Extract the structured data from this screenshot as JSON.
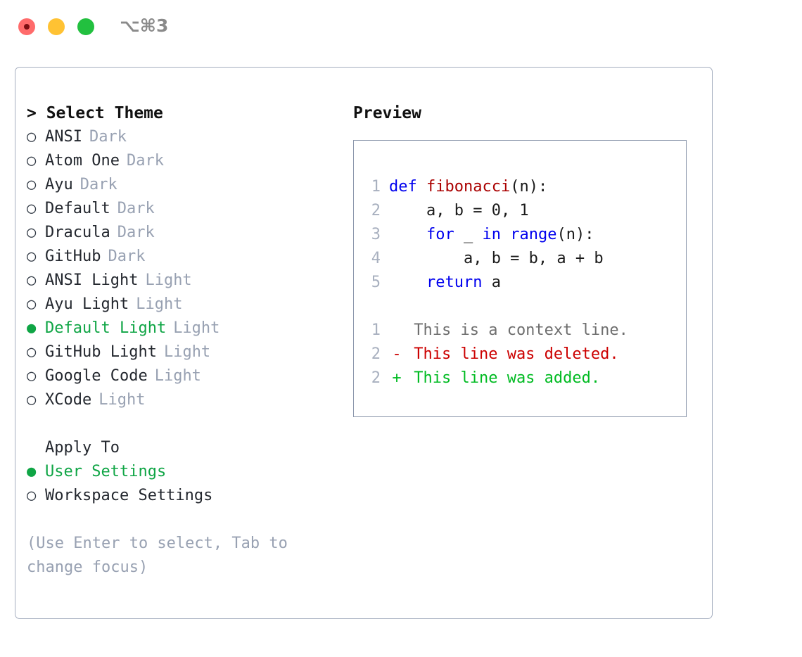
{
  "titlebar": {
    "shortcut": "⌥⌘3",
    "buttons": [
      {
        "name": "close",
        "color": "#ff6b6b"
      },
      {
        "name": "minimize",
        "color": "#ffc233"
      },
      {
        "name": "maximize",
        "color": "#22c03f"
      }
    ]
  },
  "theme_picker": {
    "header": "> Select Theme",
    "marker_selected": "●",
    "marker_unselected": "○",
    "accent_color": "#0fa545",
    "variant_color": "#98a1b2",
    "items": [
      {
        "name": "ANSI",
        "variant": "Dark",
        "selected": false
      },
      {
        "name": "Atom One",
        "variant": "Dark",
        "selected": false
      },
      {
        "name": "Ayu",
        "variant": "Dark",
        "selected": false
      },
      {
        "name": "Default",
        "variant": "Dark",
        "selected": false
      },
      {
        "name": "Dracula",
        "variant": "Dark",
        "selected": false
      },
      {
        "name": "GitHub",
        "variant": "Dark",
        "selected": false
      },
      {
        "name": "ANSI Light",
        "variant": "Light",
        "selected": false
      },
      {
        "name": "Ayu Light",
        "variant": "Light",
        "selected": false
      },
      {
        "name": "Default Light",
        "variant": "Light",
        "selected": true
      },
      {
        "name": "GitHub Light",
        "variant": "Light",
        "selected": false
      },
      {
        "name": "Google Code",
        "variant": "Light",
        "selected": false
      },
      {
        "name": "XCode",
        "variant": "Light",
        "selected": false
      }
    ]
  },
  "apply_to": {
    "header": "Apply To",
    "items": [
      {
        "name": "User Settings",
        "selected": true
      },
      {
        "name": "Workspace Settings",
        "selected": false
      }
    ]
  },
  "hint": "(Use Enter to select, Tab to change focus)",
  "preview": {
    "title": "Preview",
    "code_lines": [
      {
        "no": "1",
        "tokens": [
          {
            "t": "def ",
            "c": "kw"
          },
          {
            "t": "fibonacci",
            "c": "fn"
          },
          {
            "t": "(n):",
            "c": "plain"
          }
        ]
      },
      {
        "no": "2",
        "tokens": [
          {
            "t": "    a, b = 0, 1",
            "c": "plain"
          }
        ]
      },
      {
        "no": "3",
        "tokens": [
          {
            "t": "    ",
            "c": "plain"
          },
          {
            "t": "for ",
            "c": "kw"
          },
          {
            "t": "_ ",
            "c": "plain"
          },
          {
            "t": "in ",
            "c": "kw"
          },
          {
            "t": "range",
            "c": "kw"
          },
          {
            "t": "(n):",
            "c": "plain"
          }
        ]
      },
      {
        "no": "4",
        "tokens": [
          {
            "t": "        a, b = b, a + b",
            "c": "plain"
          }
        ]
      },
      {
        "no": "5",
        "tokens": [
          {
            "t": "    ",
            "c": "plain"
          },
          {
            "t": "return ",
            "c": "kw"
          },
          {
            "t": "a",
            "c": "plain"
          }
        ]
      }
    ],
    "diff_lines": [
      {
        "no": "1",
        "sign": " ",
        "text": "This is a context line.",
        "kind": "ctx"
      },
      {
        "no": "2",
        "sign": "-",
        "text": "This line was deleted.",
        "kind": "del"
      },
      {
        "no": "2",
        "sign": "+",
        "text": "This line was added.",
        "kind": "add"
      }
    ],
    "colors": {
      "keyword": "#0000ee",
      "function": "#aa0000",
      "plain": "#1a1a1a",
      "lineno": "#a8b0bf",
      "diff_context": "#6e6e6e",
      "diff_deleted": "#cc0000",
      "diff_added": "#00bb22"
    }
  }
}
